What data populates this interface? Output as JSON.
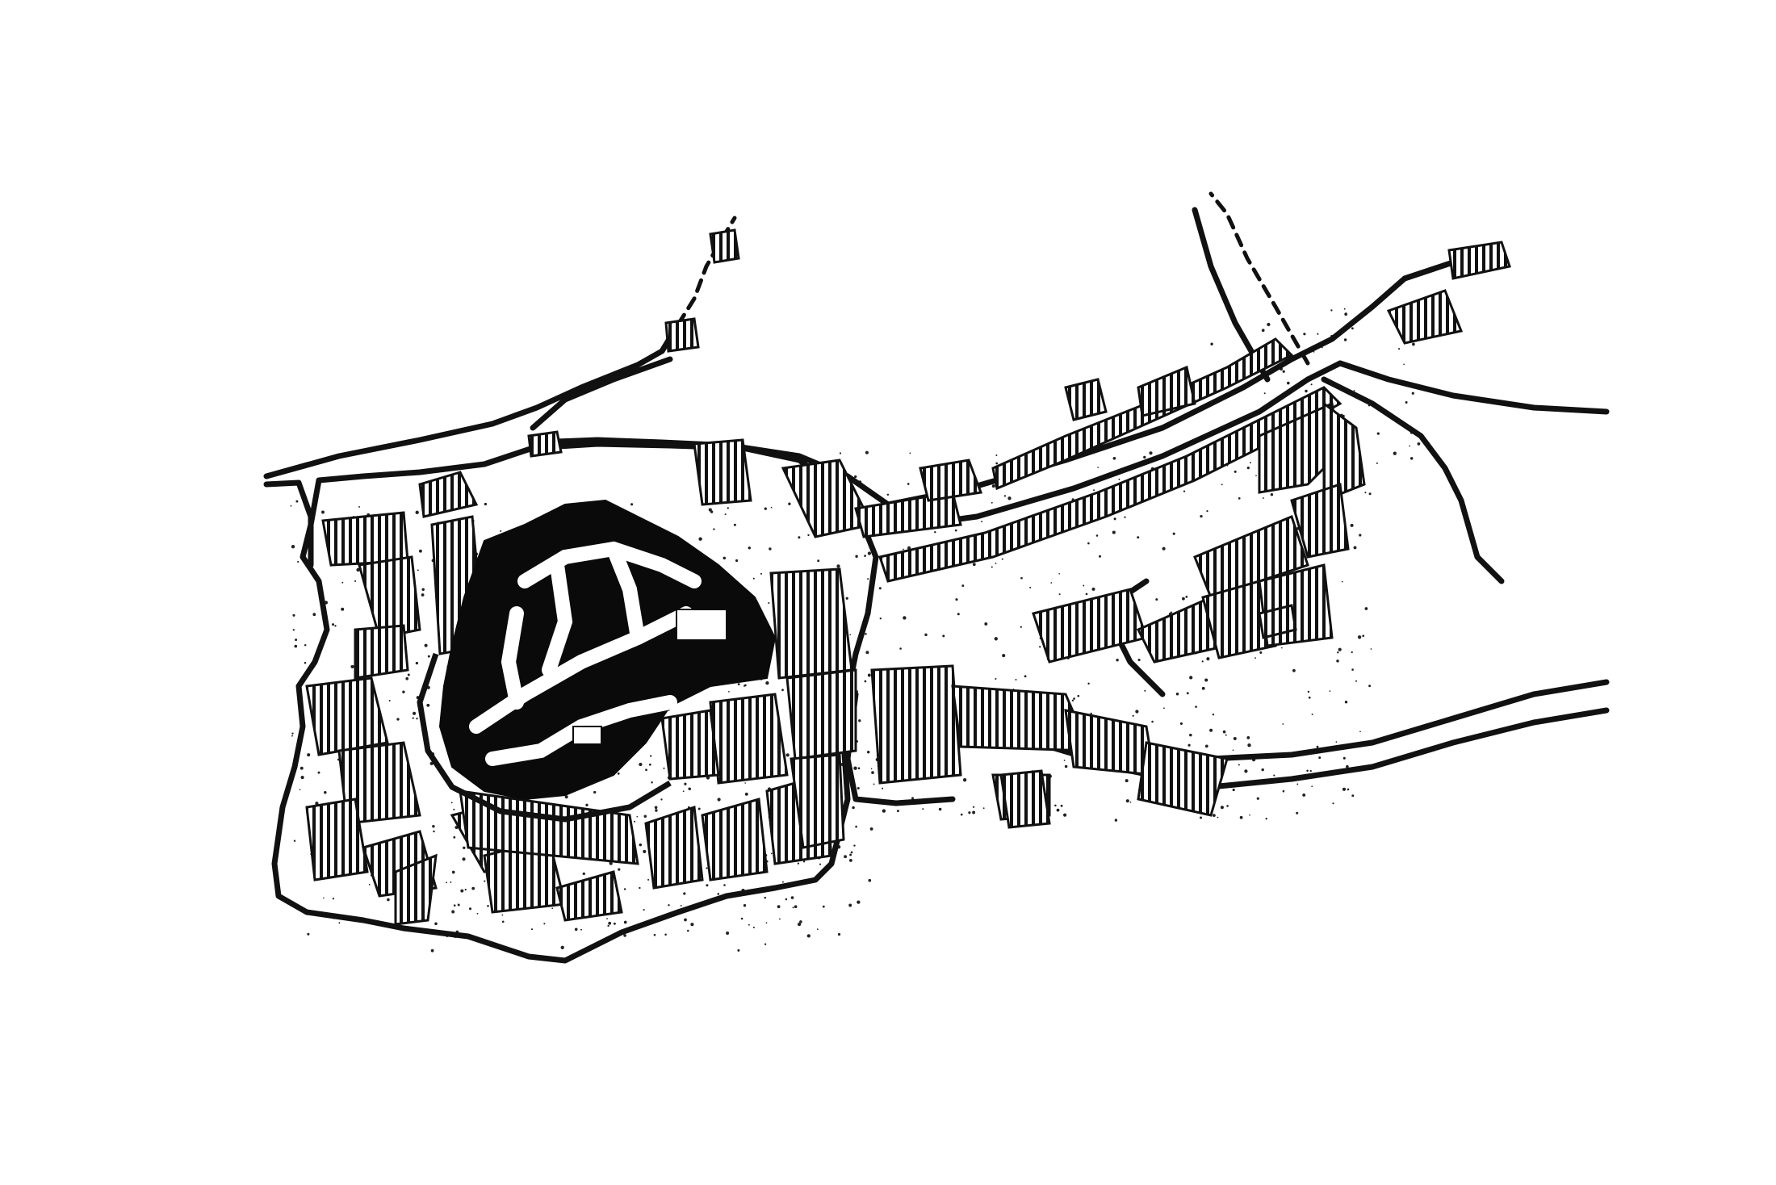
{
  "map": {
    "kind": "figure-ground plan of a walled hilltop settlement with ribbon development along roads",
    "legend": [],
    "colors": {
      "background": "#ffffff",
      "ink": "#111111",
      "core_fill": "#0a0a0a"
    },
    "layers": [
      {
        "name": "historic-core",
        "style": "solid-black"
      },
      {
        "name": "outer-buildings",
        "style": "vertical-hatching"
      },
      {
        "name": "enclosure-boundary",
        "style": "line"
      },
      {
        "name": "roads",
        "style": "line"
      },
      {
        "name": "open-ground",
        "style": "stipple"
      }
    ]
  }
}
